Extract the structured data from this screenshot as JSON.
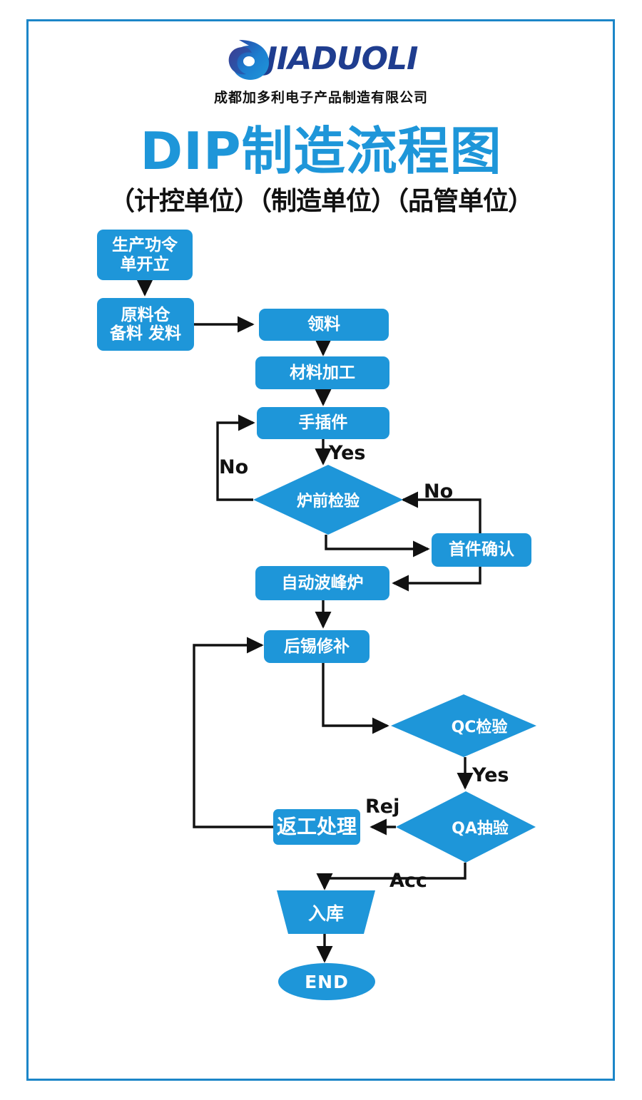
{
  "header": {
    "logo_word": "JIADUOLI",
    "logo_icon": "leaf-swoosh-logo",
    "company_name": "成都加多利电子产品制造有限公司"
  },
  "title": "DIP制造流程图",
  "subtitle": "（计控单位）（制造单位）（品管单位）",
  "colors": {
    "brand_blue": "#1e96d9",
    "frame_blue": "#1c86c8",
    "logo_navy": "#1f3d8f",
    "text_black": "#111111"
  },
  "flowchart": {
    "type": "process-flow",
    "nodes": [
      {
        "id": "n1",
        "shape": "process",
        "label_line1": "生产功令",
        "label_line2": "单开立"
      },
      {
        "id": "n2",
        "shape": "process",
        "label_line1": "原料仓",
        "label_line2": "备料 发料"
      },
      {
        "id": "n3",
        "shape": "process",
        "label": "领料"
      },
      {
        "id": "n4",
        "shape": "process",
        "label": "材料加工"
      },
      {
        "id": "n5",
        "shape": "process",
        "label": "手插件"
      },
      {
        "id": "n6",
        "shape": "decision",
        "label": "炉前检验"
      },
      {
        "id": "n7",
        "shape": "process",
        "label": "首件确认"
      },
      {
        "id": "n8",
        "shape": "process",
        "label": "自动波峰炉"
      },
      {
        "id": "n9",
        "shape": "process",
        "label": "后锡修补"
      },
      {
        "id": "n10",
        "shape": "decision",
        "label": "QC检验"
      },
      {
        "id": "n11",
        "shape": "decision",
        "label": "QA抽验"
      },
      {
        "id": "n12",
        "shape": "process",
        "label": "返工处理"
      },
      {
        "id": "n13",
        "shape": "trapezoid",
        "label": "入库"
      },
      {
        "id": "n14",
        "shape": "terminator",
        "label": "END"
      }
    ],
    "edge_labels": [
      {
        "id": "e-yes-1",
        "text": "Yes",
        "from": "n5",
        "to": "n6"
      },
      {
        "id": "e-no-left",
        "text": "No",
        "from": "n6",
        "to": "n5"
      },
      {
        "id": "e-no-right",
        "text": "No",
        "from": "n7",
        "to": "n6"
      },
      {
        "id": "e-yes-2",
        "text": "Yes",
        "from": "n10",
        "to": "n11"
      },
      {
        "id": "e-rej",
        "text": "Rej",
        "from": "n11",
        "to": "n12"
      },
      {
        "id": "e-acc",
        "text": "Acc",
        "from": "n11",
        "to": "n13"
      }
    ]
  }
}
